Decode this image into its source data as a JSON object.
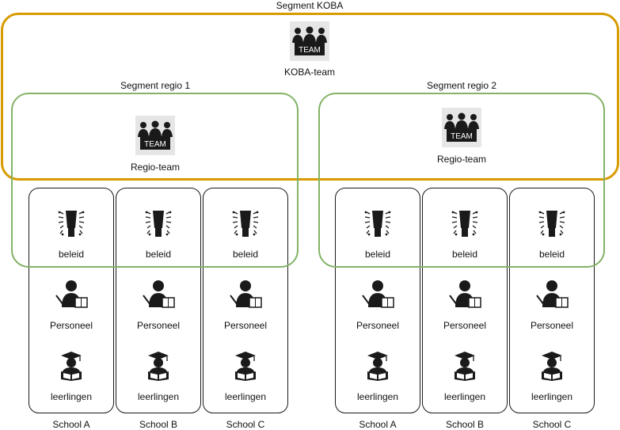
{
  "colors": {
    "koba": "#D79B00",
    "regio": "#82B366",
    "stroke": "#1a1a1a",
    "icon_bg": "#E6E6E6"
  },
  "koba": {
    "title": "Segment KOBA",
    "team_label": "KOBA-team",
    "team_icon": "team-icon",
    "team_icon_text": "TEAM"
  },
  "regions": [
    {
      "title": "Segment regio 1",
      "team_label": "Regio-team",
      "team_icon_text": "TEAM",
      "schools": [
        {
          "name": "School A",
          "rows": [
            "beleid",
            "Personeel",
            "leerlingen"
          ]
        },
        {
          "name": "School B",
          "rows": [
            "beleid",
            "Personeel",
            "leerlingen"
          ]
        },
        {
          "name": "School C",
          "rows": [
            "beleid",
            "Personeel",
            "leerlingen"
          ]
        }
      ]
    },
    {
      "title": "Segment regio 2",
      "team_label": "Regio-team",
      "team_icon_text": "TEAM",
      "schools": [
        {
          "name": "School A",
          "rows": [
            "beleid",
            "Personeel",
            "leerlingen"
          ]
        },
        {
          "name": "School B",
          "rows": [
            "beleid",
            "Personeel",
            "leerlingen"
          ]
        },
        {
          "name": "School C",
          "rows": [
            "beleid",
            "Personeel",
            "leerlingen"
          ]
        }
      ]
    }
  ],
  "row_icons": [
    "podium-icon",
    "teacher-icon",
    "student-icon"
  ]
}
